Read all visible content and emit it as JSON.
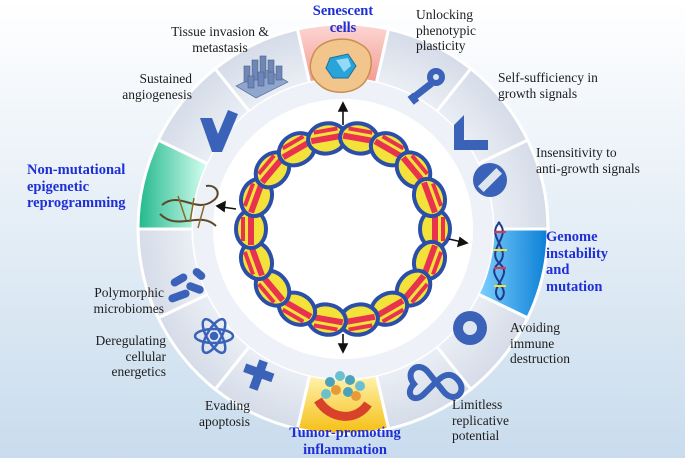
{
  "labels": {
    "tissue_invasion": "Tissue invasion &\nmetastasis",
    "senescent_cells": "Senescent\ncells",
    "unlocking_plasticity": "Unlocking\nphenotypic\nplasticity",
    "sustained_angiogenesis": "Sustained\nangiogenesis",
    "self_sufficiency": "Self-sufficiency in\ngrowth signals",
    "insensitivity": "Insensitivity to\nanti-growth signals",
    "non_mutational": "Non-mutational\nepigenetic\nreprogramming",
    "genome_instability": "Genome\ninstability\nand\nmutation",
    "polymorphic_microbiomes": "Polymorphic\nmicrobiomes",
    "avoiding_immune": "Avoiding\nimmune\ndestruction",
    "deregulating_energetics": "Deregulating\ncellular\nenergetics",
    "evading_apoptosis": "Evading\napoptosis",
    "tumor_promoting": "Tumor-promoting\ninflammation",
    "limitless_replicative": "Limitless\nreplicative\npotential"
  },
  "colors": {
    "text_dark": "#1d1d1d",
    "highlight_text": "#1f2fd6",
    "icon_blue": "#3a62b8",
    "ring_segment": "#dfe5ef",
    "senescent_segment": "#f6a9a3",
    "genome_segment": "#1a8fe0",
    "inflammation_segment": "#f6c21a",
    "epigenetic_segment": "#3cc8a0",
    "dna_red": "#e8334f",
    "dna_yellow": "#f3e23a",
    "dna_backbone": "#2b4fa8"
  }
}
